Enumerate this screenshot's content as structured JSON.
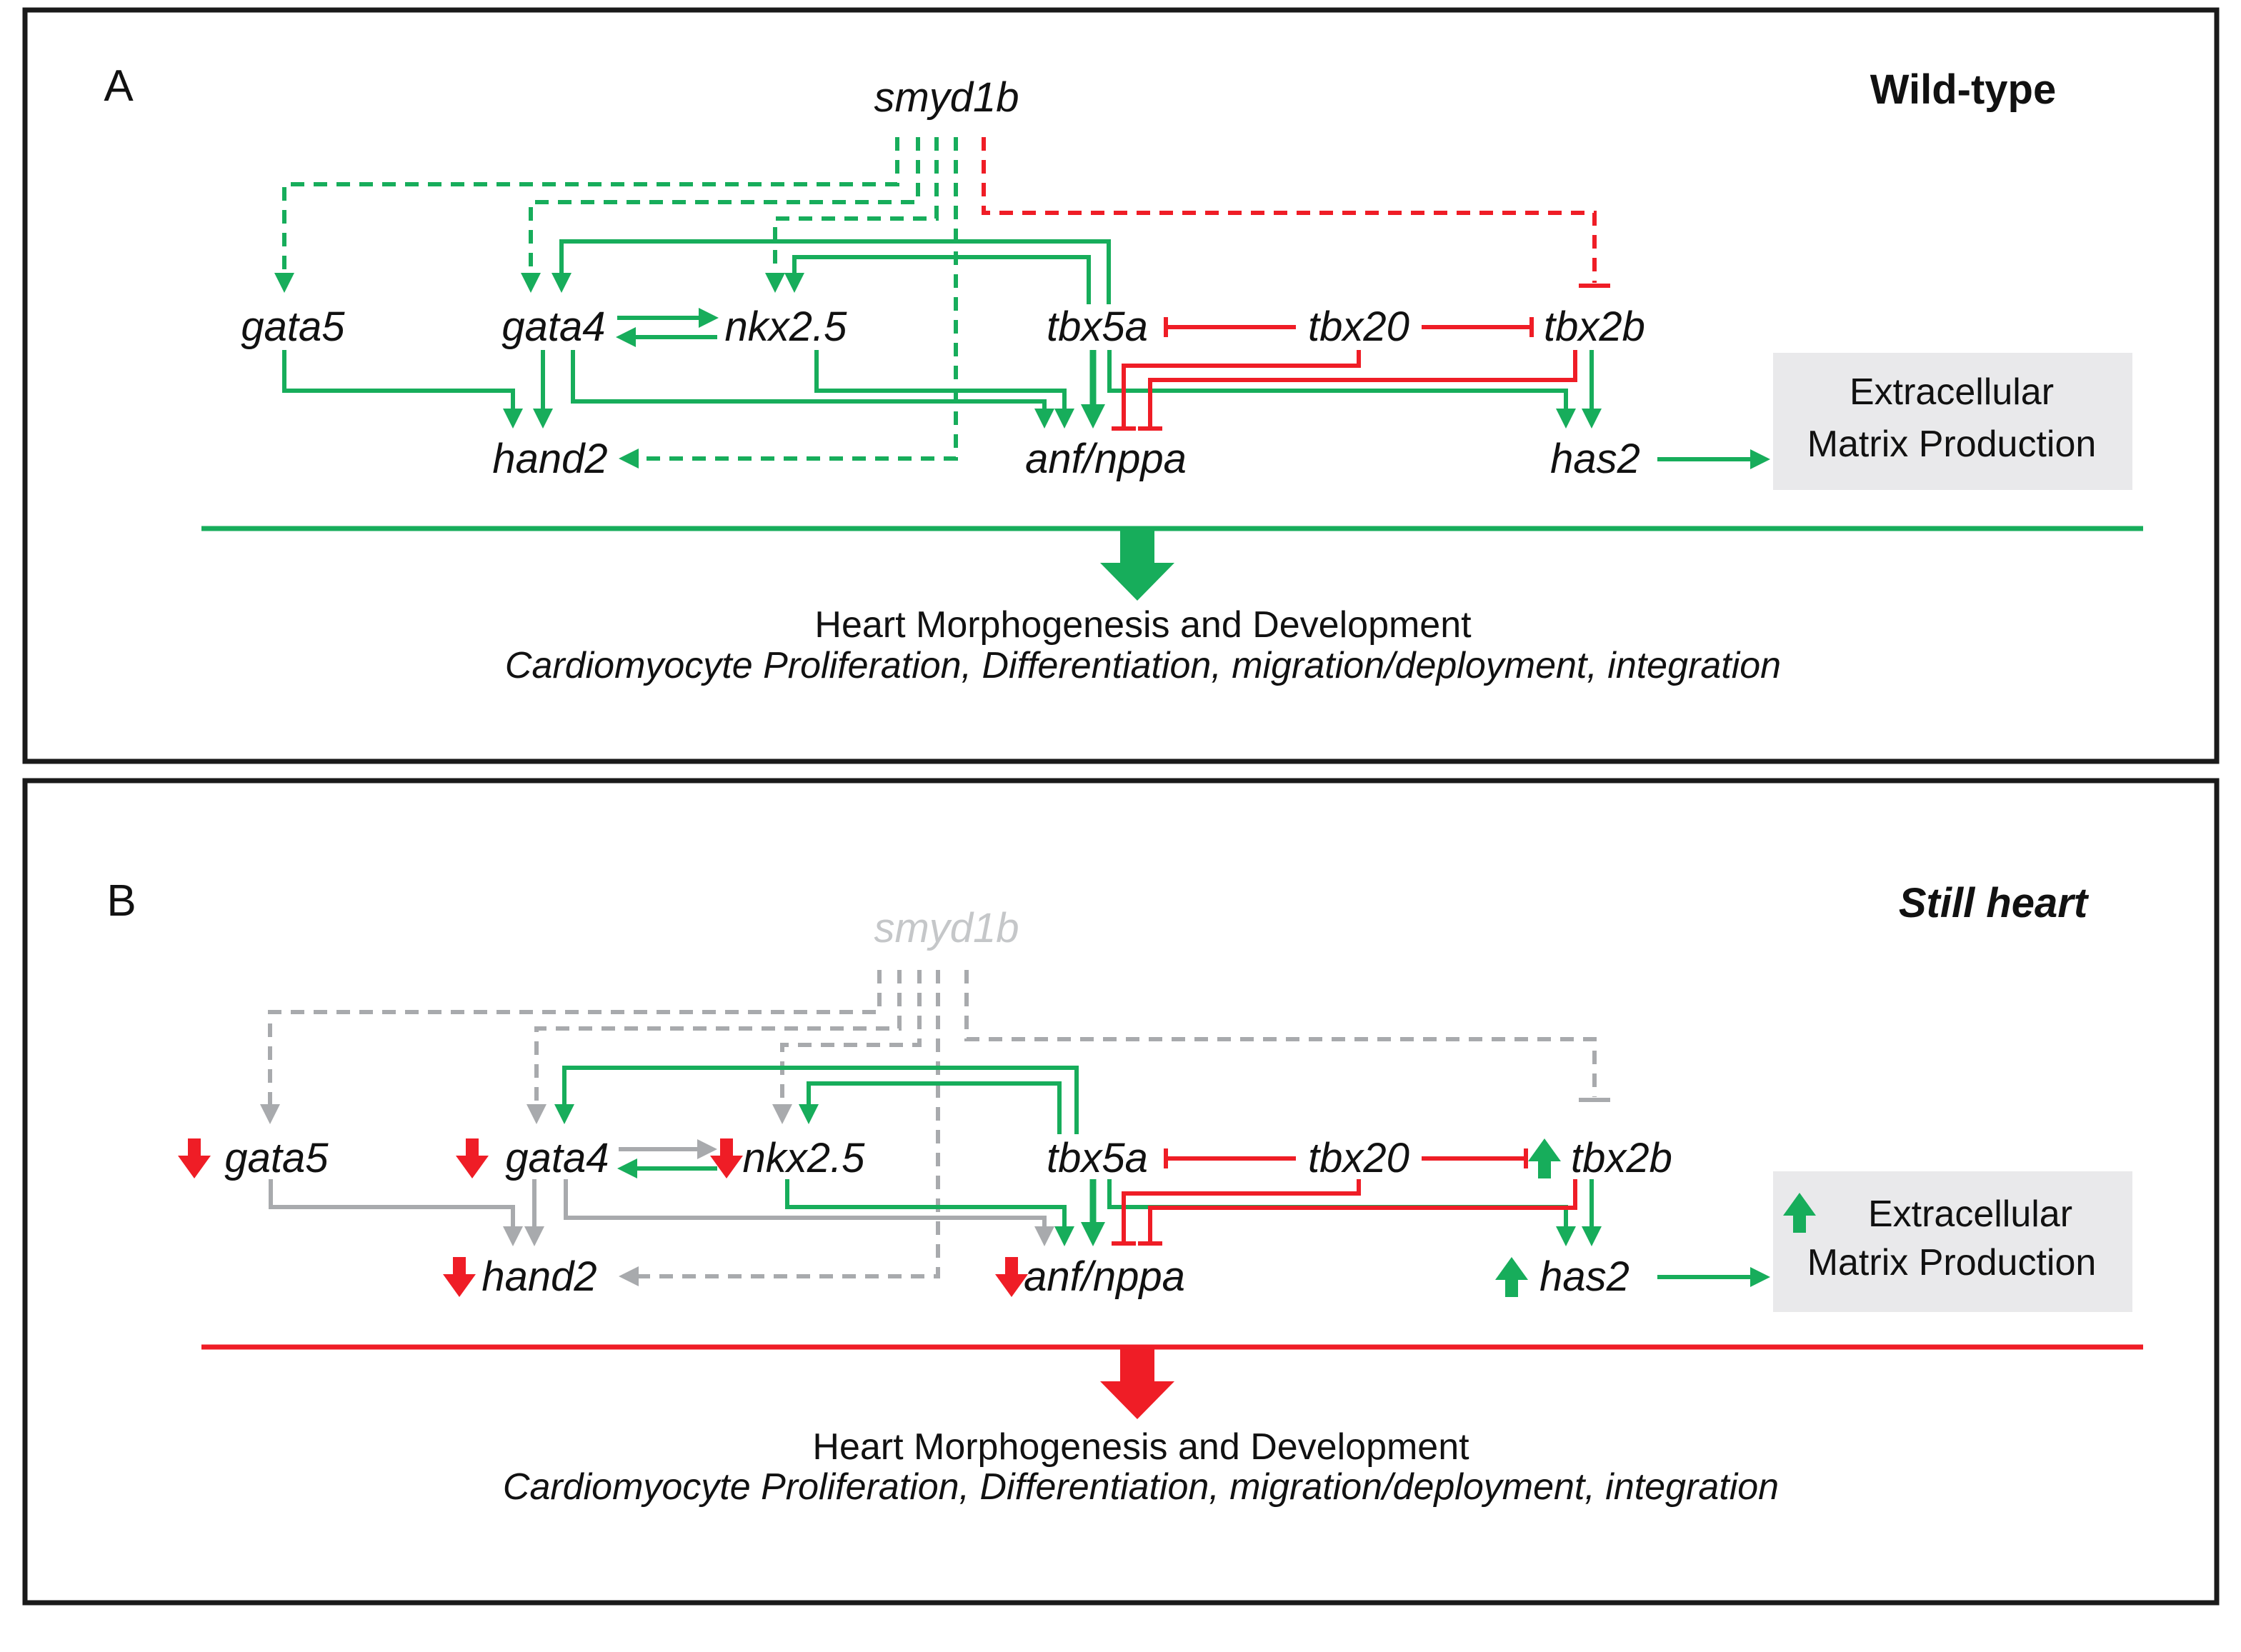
{
  "colors": {
    "green": "#17AD5B",
    "red": "#EF1D26",
    "gray": "#A8AAAD",
    "muted": "#C5C7C9",
    "boxbg": "#E9E9EB",
    "ink": "#111111"
  },
  "panel_a": {
    "label": "A",
    "title": "Wild-type",
    "regulator": "smyd1b",
    "genes": {
      "gata5": "gata5",
      "gata4": "gata4",
      "nkx25": "nkx2.5",
      "tbx5a": "tbx5a",
      "tbx20": "tbx20",
      "tbx2b": "tbx2b",
      "hand2": "hand2",
      "anf": "anf/nppa",
      "has2": "has2"
    },
    "ecm_box": {
      "line1": "Extracellular",
      "line2": "Matrix Production"
    },
    "outcome": {
      "title": "Heart Morphogenesis and Development",
      "subtitle": "Cardiomyocyte Proliferation, Differentiation, migration/deployment, integration"
    }
  },
  "panel_b": {
    "label": "B",
    "title": "Still heart",
    "regulator": "smyd1b",
    "genes": {
      "gata5": "gata5",
      "gata4": "gata4",
      "nkx25": "nkx2.5",
      "tbx5a": "tbx5a",
      "tbx20": "tbx20",
      "tbx2b": "tbx2b",
      "hand2": "hand2",
      "anf": "anf/nppa",
      "has2": "has2"
    },
    "ecm_box": {
      "line1": "Extracellular",
      "line2": "Matrix Production"
    },
    "outcome": {
      "title": "Heart Morphogenesis and Development",
      "subtitle": "Cardiomyocyte Proliferation, Differentiation, migration/deployment, integration"
    }
  }
}
